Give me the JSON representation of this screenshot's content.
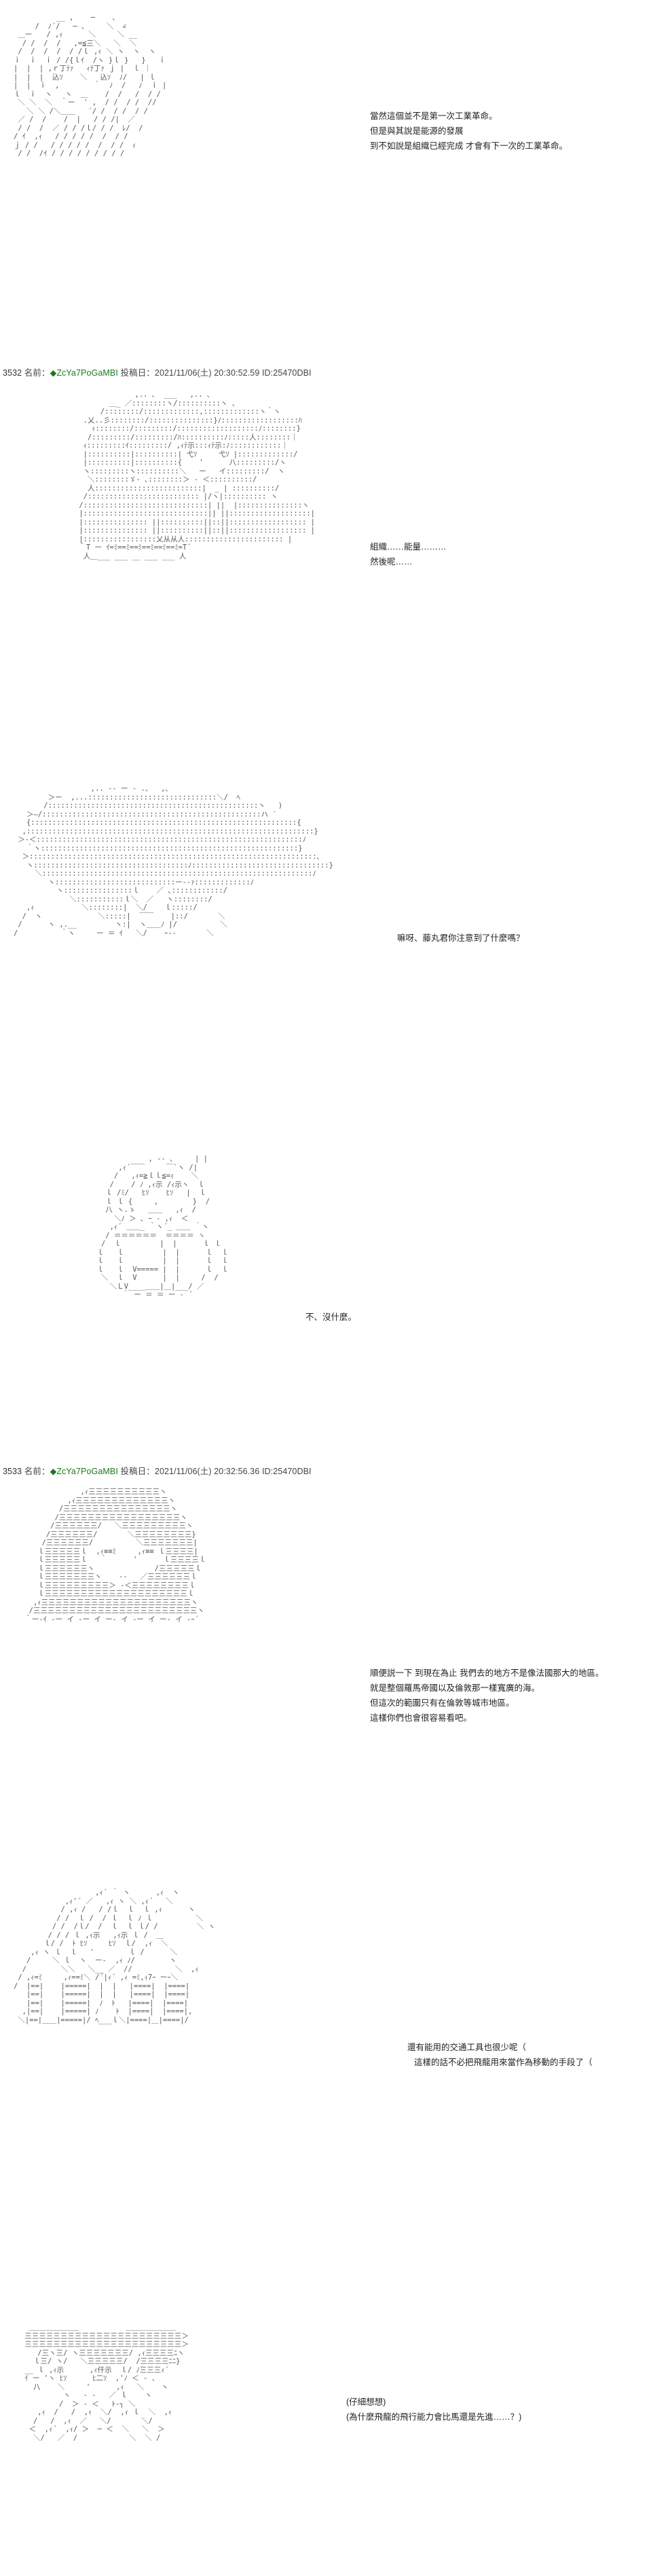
{
  "posts": [
    {
      "header": null,
      "panels": [
        {
          "dialogue": [
            "當然這個並不是第一次工業革命。",
            "但是與其說是能源的發展",
            "到不如說是組織已經完成 才會有下一次的工業革命。"
          ]
        }
      ]
    },
    {
      "header": {
        "number": "3532",
        "name_label": "名前：",
        "name": "◆ZcYa7PoGaMBI",
        "mail": "投稿日：2021/11/06(土) 20:30:52.59 ID:25470DBI"
      },
      "panels": [
        {
          "dialogue": [
            "組織……能量………",
            "然後呢……"
          ]
        },
        {
          "dialogue": [
            "嘛呀、藤丸君你注意到了什麼嗎？"
          ]
        },
        {
          "dialogue": [
            "不、沒什麼。"
          ]
        }
      ]
    },
    {
      "header": {
        "number": "3533",
        "name_label": "名前：",
        "name": "◆ZcYa7PoGaMBI",
        "mail": "投稿日：2021/11/06(土) 20:32:56.36 ID:25470DBI"
      },
      "panels": [
        {
          "dialogue": [
            "順便説一下 到現在為止 我們去的地方不是像法國那大的地區。",
            "就是整個羅馬帝國以及倫敦那一樣寬廣的海。",
            "但這次的範圍只有在倫敦等城市地區。",
            "這樣你們也會很容易看吧。"
          ]
        },
        {
          "dialogue": [
            "還有能用的交通工具也很少呢（",
            "這樣的話不必把飛龍用來當作為移動的手段了（"
          ]
        },
        {
          "dialogue": [
            "(仔細想想)",
            "(為什麼飛龍的飛行能力會比馬還是先進……？)"
          ]
        }
      ]
    }
  ]
}
